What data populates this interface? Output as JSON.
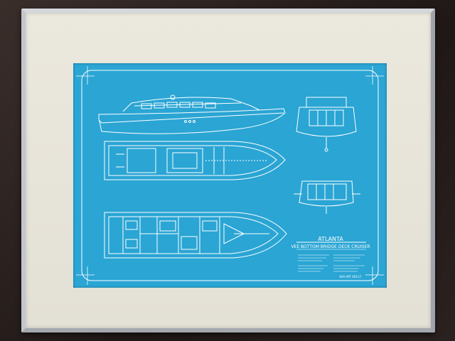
{
  "blueprint": {
    "boat_name": "ATLANTA",
    "subtitle": "VEE BOTTOM BRIDGE DECK CRUISER",
    "footer_code": "600 ART 60117"
  },
  "colors": {
    "blueprint_blue": "#2aa5d4",
    "line_white": "#ffffff",
    "mat": "#e8e5da",
    "frame_silver": "#b8bcc2",
    "wall": "#2a2220"
  }
}
